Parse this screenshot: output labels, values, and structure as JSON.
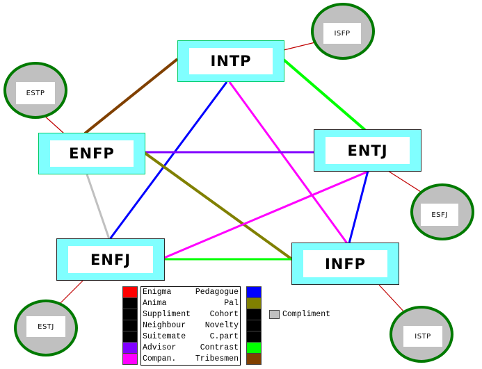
{
  "types": {
    "intp": "INTP",
    "enfp": "ENFP",
    "entj": "ENTJ",
    "enfj": "ENFJ",
    "infp": "INFP"
  },
  "compliments": {
    "isfp": "ISFP",
    "estp": "ESTP",
    "esfj": "ESFJ",
    "estj": "ESTJ",
    "istp": "ISTP"
  },
  "legend": {
    "rows": [
      {
        "left": "Enigma",
        "right": "Pedagogue"
      },
      {
        "left": "Anima",
        "right": "Pal"
      },
      {
        "left": "Suppliment",
        "right": "Cohort"
      },
      {
        "left": "Neighbour",
        "right": "Novelty"
      },
      {
        "left": "Suitemate",
        "right": "C.part"
      },
      {
        "left": "Advisor",
        "right": "Contrast"
      },
      {
        "left": "Compan.",
        "right": "Tribesmen"
      }
    ],
    "left_colors": [
      "#ff0000",
      "#000000",
      "#000000",
      "#000000",
      "#000000",
      "#8000ff",
      "#ff00ff"
    ],
    "right_colors": [
      "#0000ff",
      "#808000",
      "#000000",
      "#000000",
      "#000000",
      "#00ff00",
      "#804000"
    ],
    "compliment_label": "Compliment",
    "compliment_color": "#c0c0c0"
  },
  "connection_colors": {
    "intp_enfp": "#804000",
    "intp_entj": "#00ff00",
    "intp_enfj": "#0000ff",
    "intp_infp": "#ff00ff",
    "enfp_entj": "#8000ff",
    "enfp_enfj": "#c0c0c0",
    "enfp_infp": "#808000",
    "entj_enfj": "#ff00ff",
    "entj_infp": "#0000ff",
    "enfj_infp": "#00ff00",
    "compliment_link": "#c00000"
  }
}
